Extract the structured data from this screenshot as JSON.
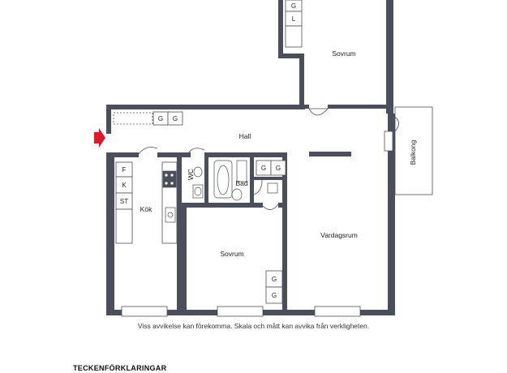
{
  "rooms": {
    "sovrum_top": "Sovrum",
    "hall": "Hall",
    "balkong": "Balkong",
    "wc": "WC",
    "bad": "Bad",
    "kok": "Kök",
    "sovrum_bottom": "Sovrum",
    "vardagsrum": "Vardagsrum"
  },
  "fixtures": {
    "top_g": "G",
    "top_l": "L",
    "hall_g1": "G",
    "hall_g2": "G",
    "bath_g1": "G",
    "bath_g2": "G",
    "kitchen_f": "F",
    "kitchen_k": "K",
    "kitchen_st": "ST",
    "bed_g1": "G",
    "bed_g2": "G"
  },
  "disclaimer": "Viss avvikelse kan förekomma. Skala och mått kan avvika från verkligheten.",
  "legend_title": "TECKENFÖRKLARINGAR",
  "colors": {
    "wall": "#4a4f5a",
    "entrance_arrow": "#e0182d"
  }
}
